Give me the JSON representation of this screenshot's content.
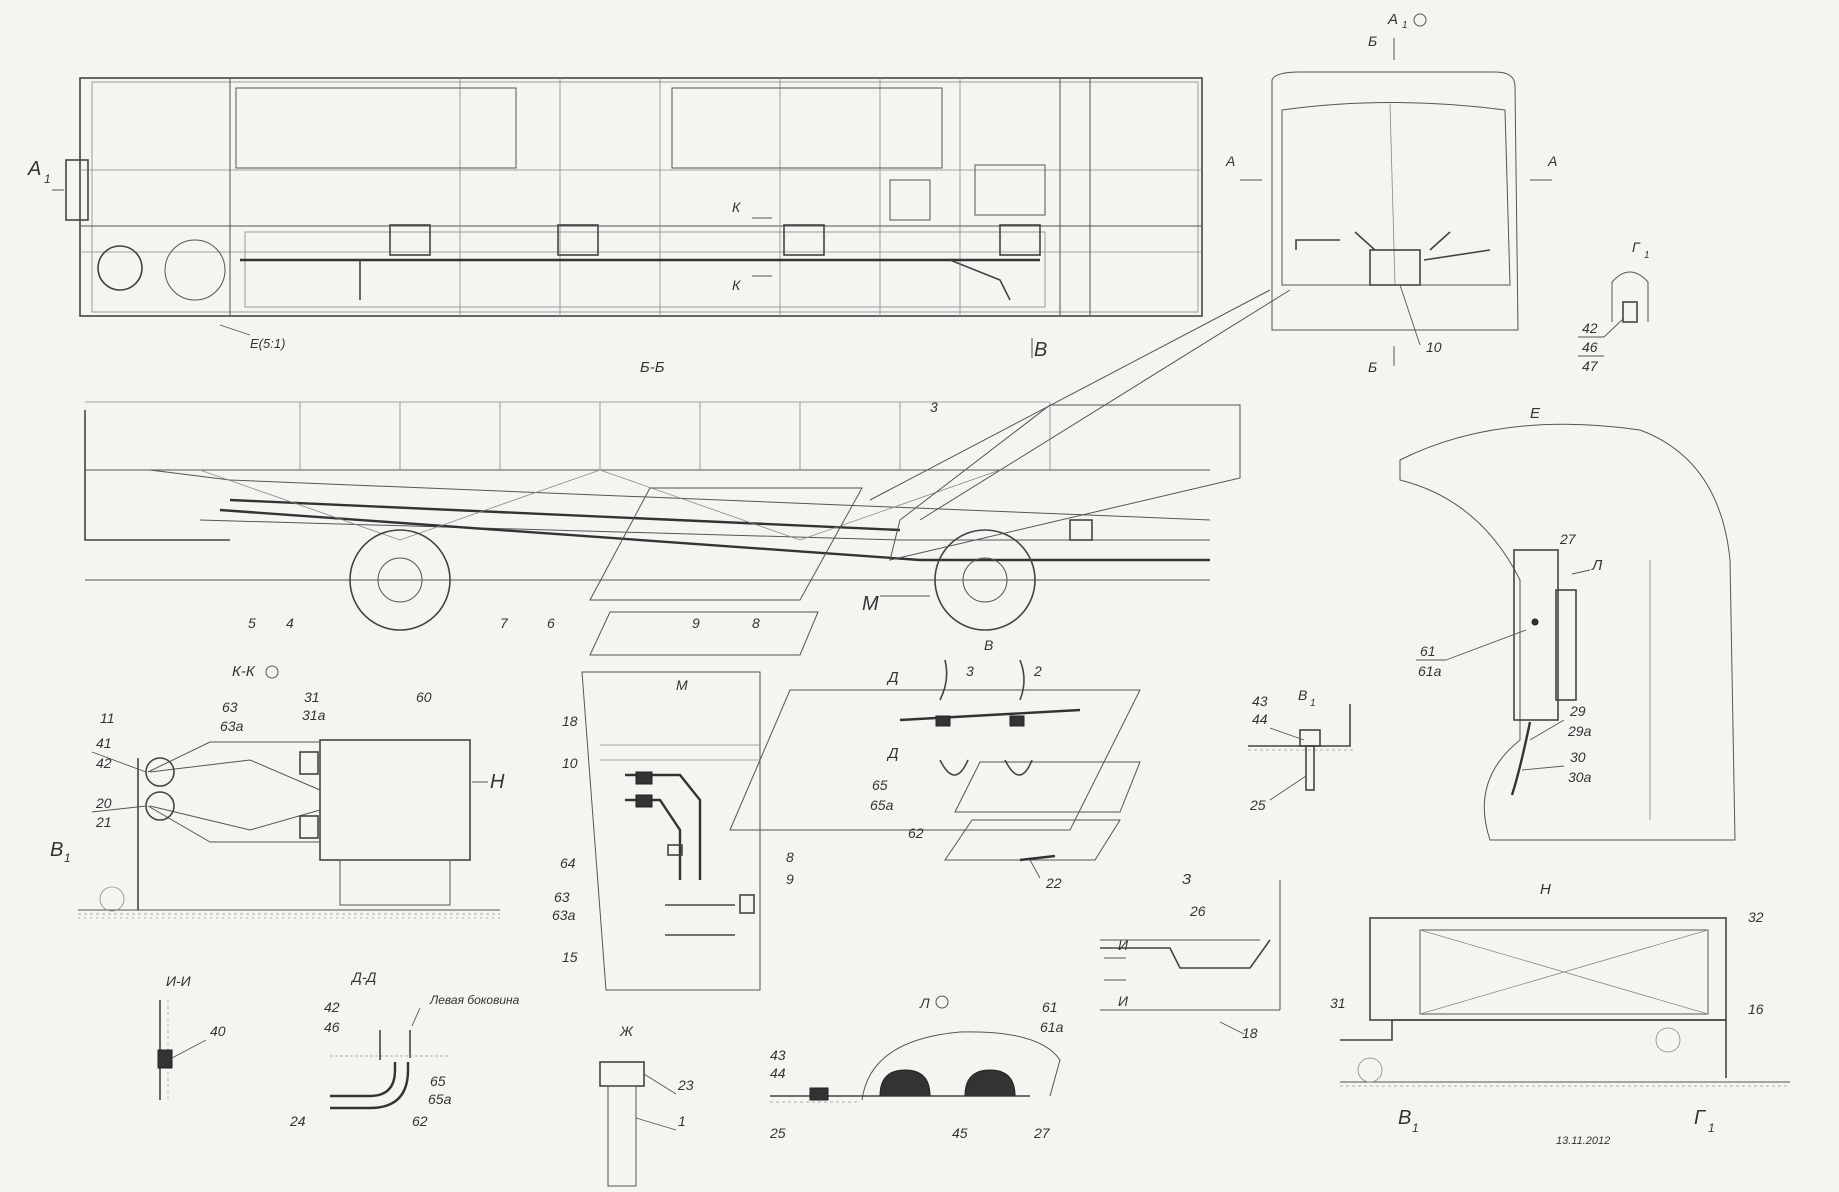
{
  "views": {
    "top_view": {
      "section_mark": "К",
      "view_a1": "А",
      "view_a1_sub": "1",
      "detail_e": "Е(5:1)",
      "arrow_b": "В"
    },
    "section_bb": {
      "title": "Б-Б",
      "detail_m": "М",
      "labels": [
        "3",
        "5",
        "4",
        "7",
        "6",
        "9",
        "8"
      ]
    },
    "front_view": {
      "title": "А",
      "title_sub": "1",
      "section_b": "Б",
      "arrow_a": "А",
      "labels": [
        "10"
      ]
    },
    "view_g1": {
      "title": "Г",
      "title_sub": "1",
      "labels": [
        "42",
        "46",
        "47"
      ]
    },
    "view_e": {
      "title": "Е",
      "arrow_l": "Л",
      "labels": [
        "27",
        "61",
        "61а",
        "29",
        "29а",
        "30",
        "30а"
      ]
    },
    "section_kk": {
      "title": "К-К",
      "arrow_h": "Н",
      "callout_b1": "В",
      "callout_b1_sub": "1",
      "labels": [
        "11",
        "41",
        "42",
        "63",
        "63а",
        "31",
        "31а",
        "60",
        "20",
        "21"
      ]
    },
    "detail_m": {
      "title": "М",
      "labels": [
        "18",
        "10",
        "64",
        "63",
        "63а",
        "15",
        "8",
        "9"
      ]
    },
    "detail_v": {
      "title": "В",
      "labels": [
        "3",
        "2",
        "65",
        "65а",
        "62",
        "22"
      ],
      "arrow_d": "Д"
    },
    "view_v1": {
      "title": "В",
      "title_sub": "1",
      "labels": [
        "43",
        "44",
        "25"
      ]
    },
    "view_z": {
      "title": "З",
      "arrow_i": "И",
      "labels": [
        "26",
        "18"
      ]
    },
    "view_n": {
      "title": "Н",
      "callout_b1": "В",
      "callout_b1_sub": "1",
      "callout_g1": "Г",
      "callout_g1_sub": "1",
      "labels": [
        "32",
        "31",
        "16"
      ]
    },
    "section_ii": {
      "title": "И-И",
      "labels": [
        "40"
      ]
    },
    "section_dd": {
      "title": "Д-Д",
      "note": "Левая боковина",
      "labels": [
        "42",
        "46",
        "65",
        "65а",
        "24",
        "62"
      ]
    },
    "view_zh": {
      "title": "Ж",
      "labels": [
        "23",
        "1"
      ]
    },
    "view_l": {
      "title": "Л",
      "labels": [
        "43",
        "44",
        "61",
        "61а",
        "25",
        "45",
        "27"
      ]
    }
  },
  "date_stamp": "13.11.2012",
  "colors": {
    "background": "#f4f5f1",
    "line": "#444444"
  }
}
